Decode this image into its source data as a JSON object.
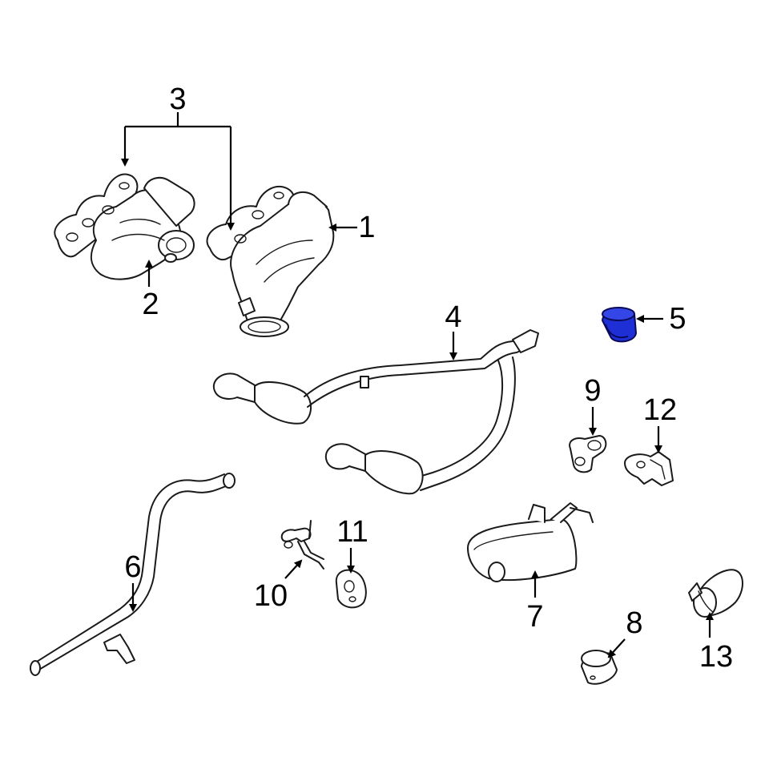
{
  "callouts": {
    "c1": "1",
    "c2": "2",
    "c3": "3",
    "c4": "4",
    "c5": "5",
    "c6": "6",
    "c7": "7",
    "c8": "8",
    "c9": "9",
    "c10": "10",
    "c11": "11",
    "c12": "12",
    "c13": "13"
  },
  "colors": {
    "highlight": "#1f2fd6",
    "line": "#1a1a1a",
    "background": "#ffffff"
  }
}
